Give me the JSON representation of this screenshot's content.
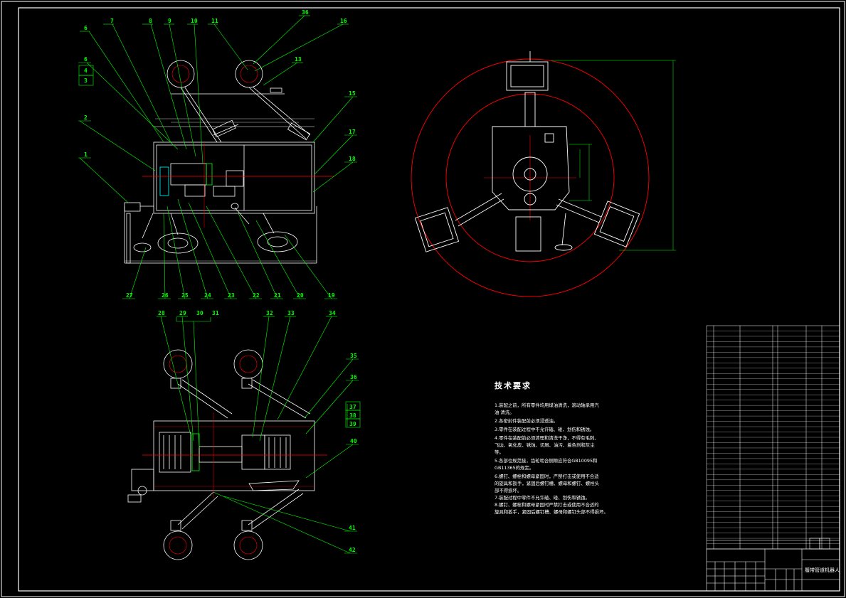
{
  "sheet": {
    "border_color": "#ffffff",
    "leader_color": "#00ff00",
    "line_color": "#ffffff",
    "center_color": "#ff0000",
    "part_color": "#00ffff"
  },
  "front_view": {
    "balloons_top": [
      "7",
      "8",
      "9",
      "10",
      "11",
      "36",
      "16"
    ],
    "balloons_left_top": [
      "6",
      "6",
      "4",
      "3"
    ],
    "balloons_left": [
      "2",
      "1"
    ],
    "balloons_right": [
      "15",
      "17",
      "18"
    ],
    "balloon_13": "13",
    "balloons_bottom": [
      "27",
      "26",
      "25",
      "24",
      "23",
      "22",
      "21",
      "20",
      "19"
    ]
  },
  "bottom_view": {
    "balloons_top": [
      "28",
      "29",
      "30",
      "31",
      "32",
      "33",
      "34"
    ],
    "balloons_right": [
      "35",
      "36",
      "37",
      "38",
      "39",
      "40"
    ],
    "balloons_bottom": [
      "41",
      "42"
    ]
  },
  "requirements": {
    "title": "技术要求",
    "lines": [
      "1.装配之前，所有零件均用煤油清洗，滚动轴承用汽",
      "油    清洗。",
      "2.各密封件装配前必须浸透油。",
      "3.零件在装配过程中不允许磕、碰、划伤和锈蚀。",
      "4.零件在装配前必须清理和清洗干净，不得有毛刺、",
      "飞边、氧化皮、锈蚀、切屑、油污、着色剂和灰尘",
      "等。",
      "5.各部位规范接，齿轮啮合侧隙应符合GB10095和",
      "GB11365的规定。",
      "6.螺钉、螺栓和螺母紧固时，严禁打击或使用不合适",
      "的旋具和扳手，紧固后螺钉槽、螺母和螺钉、螺栓头",
      "部不得损坏。",
      "7.装配过程中零件不允许磕、碰、划伤和锈蚀。",
      "8.螺钉、螺栓和螺母紧固时严禁打击或使用不合适的",
      "旋具和扳手，紧固后螺钉槽、螺母和螺钉头部不得损坏。"
    ]
  },
  "title_block": {
    "drawing_name": "履带管道机器人"
  }
}
